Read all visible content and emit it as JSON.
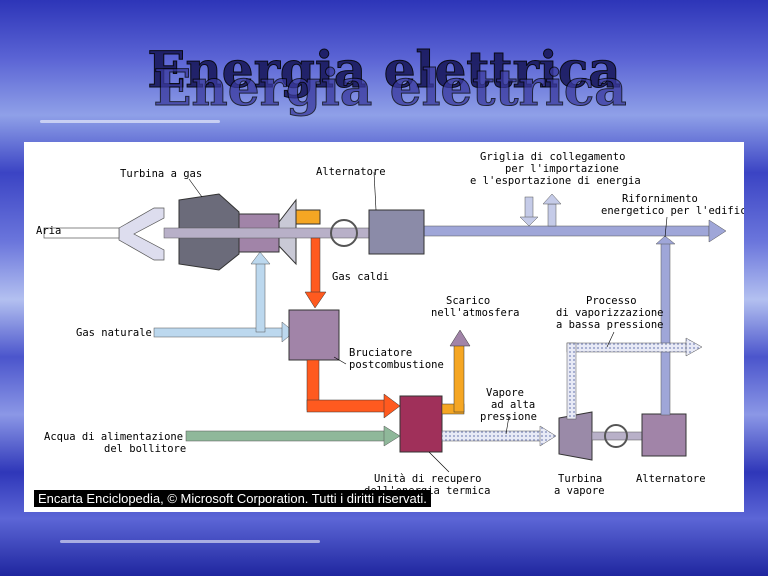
{
  "title": "Energia elettrica",
  "diagram": {
    "labels": {
      "gas_turbine": "Turbina a gas",
      "alternator_top": "Alternatore",
      "grid_line1": "Griglia di collegamento",
      "grid_line2": "per l'importazione",
      "grid_line3": "e l'esportazione di energia",
      "supply_line1": "Rifornimento",
      "supply_line2": "energetico per l'edificio",
      "air": "Aria",
      "hot_gas": "Gas caldi",
      "natural_gas": "Gas naturale",
      "exhaust_line1": "Scarico",
      "exhaust_line2": "nell'atmosfera",
      "process_line1": "Processo",
      "process_line2": "di vaporizzazione",
      "process_line3": "a bassa pressione",
      "burner_line1": "Bruciatore",
      "burner_line2": "postcombustione",
      "steam_line1": "Vapore",
      "steam_line2": "ad alta",
      "steam_line3": "pressione",
      "water_line1": "Acqua di alimentazione",
      "water_line2": "del bollitore",
      "recovery_line1": "Unità di recupero",
      "recovery_line2": "dell'energia termica",
      "steam_turbine_line1": "Turbina",
      "steam_turbine_line2": "a vapore",
      "alternator_bottom": "Alternatore"
    }
  },
  "credit": "Encarta Enciclopedia, © Microsoft Corporation. Tutti i diritti riservati.",
  "colors": {
    "electric": "#9fa6d8",
    "hot_gas": "#ff5a1f",
    "exhaust": "#f5a623",
    "natural_gas": "#bcd8ee",
    "water": "#8fb89a",
    "machine": "#a184a8"
  }
}
